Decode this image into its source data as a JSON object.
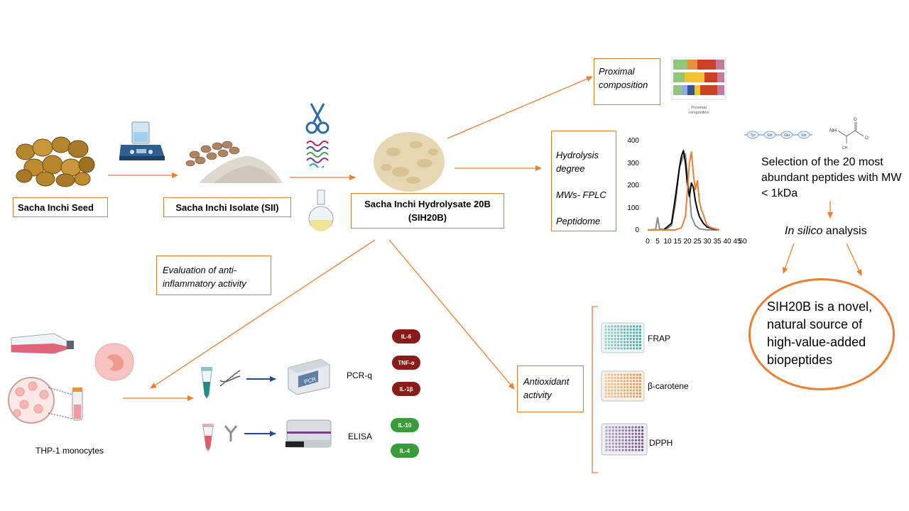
{
  "seed": {
    "label": "Sacha Inchi Seed"
  },
  "isolate": {
    "label": "Sacha Inchi Isolate (SII)"
  },
  "hydrolysate": {
    "line1": "Sacha Inchi Hydrolysate 20B",
    "line2": "(SIH20B)"
  },
  "proximal": {
    "line1": "Proximal",
    "line2": "composition",
    "thumb_caption_1": "Proximal",
    "thumb_caption_2": "composition"
  },
  "hydrolysis_box": {
    "item1_line1": "Hydrolysis",
    "item1_line2": "degree",
    "item2": "MWs- FPLC",
    "item3": "Peptidome"
  },
  "fplc_chart": {
    "y_ticks": [
      "400",
      "300",
      "200",
      "100",
      "0"
    ],
    "x_ticks": [
      "0",
      "5",
      "10",
      "15",
      "20",
      "25",
      "30",
      "35",
      "40",
      "45",
      "50"
    ]
  },
  "chart_data": {
    "type": "line",
    "xlim": [
      0,
      50
    ],
    "ylim": [
      0,
      400
    ],
    "y_ticks": [
      0,
      100,
      200,
      300,
      400
    ],
    "x_ticks": [
      0,
      5,
      10,
      15,
      20,
      25,
      30,
      35,
      40,
      45,
      50
    ],
    "series": [
      {
        "color": "#888888",
        "x": [
          0,
          4,
          5,
          6,
          9,
          12,
          14,
          16,
          18,
          19,
          20,
          21,
          22,
          24,
          26,
          30,
          35
        ],
        "y": [
          0,
          2,
          55,
          5,
          0,
          20,
          120,
          280,
          330,
          340,
          240,
          170,
          60,
          20,
          5,
          0,
          0
        ]
      },
      {
        "color": "#000000",
        "x": [
          0,
          8,
          12,
          14,
          16,
          17,
          18,
          19,
          20,
          21,
          22,
          23,
          24,
          25,
          26,
          28,
          30,
          33,
          36
        ],
        "y": [
          0,
          0,
          30,
          150,
          280,
          330,
          355,
          300,
          200,
          150,
          210,
          190,
          130,
          90,
          60,
          30,
          12,
          5,
          0
        ]
      },
      {
        "color": "#ed7d31",
        "x": [
          0,
          14,
          17,
          19,
          20,
          21,
          22,
          23,
          24,
          25,
          26,
          27,
          28,
          29,
          30,
          32,
          34,
          36
        ],
        "y": [
          0,
          0,
          10,
          60,
          180,
          300,
          350,
          250,
          180,
          220,
          130,
          90,
          70,
          40,
          20,
          10,
          5,
          0
        ]
      }
    ]
  },
  "peptide_scheme": {
    "residues": [
      "Tyr",
      "Ser",
      "Glu",
      "Ser"
    ],
    "nh": "NH",
    "ch": "CH",
    "o": "O",
    "o_minus": "O⁻"
  },
  "selection": {
    "text": "Selection of the 20 most abundant peptides with MW < 1kDa"
  },
  "in_silico": {
    "emph": "In silico",
    "rest": " analysis"
  },
  "conclusion": {
    "line1": "SIH20B is a novel,",
    "line2": "natural source  of",
    "line3": "high-value-added",
    "line4": "biopeptides"
  },
  "anti_inflam": {
    "line1": "Evaluation of anti-",
    "line2": "inflammatory activity"
  },
  "antioxidant": {
    "line1": "Antioxidant",
    "line2": "activity",
    "assays": [
      "FRAP",
      "β-carotene",
      "DPPH"
    ]
  },
  "cells": {
    "label": "THP-1 monocytes"
  },
  "assays": {
    "pcr": "PCR-q",
    "elisa": "ELISA",
    "pcr_screen": "PCR"
  },
  "markers": {
    "pro": [
      "IL-6",
      "TNF-α",
      "IL-1β"
    ],
    "anti": [
      "IL-10",
      "IL-4"
    ],
    "colors": {
      "pro": "#8b1a1a",
      "anti": "#3a9b3a",
      "arrow": "#ed7d31",
      "blue_arrow": "#1f4e8c"
    }
  }
}
